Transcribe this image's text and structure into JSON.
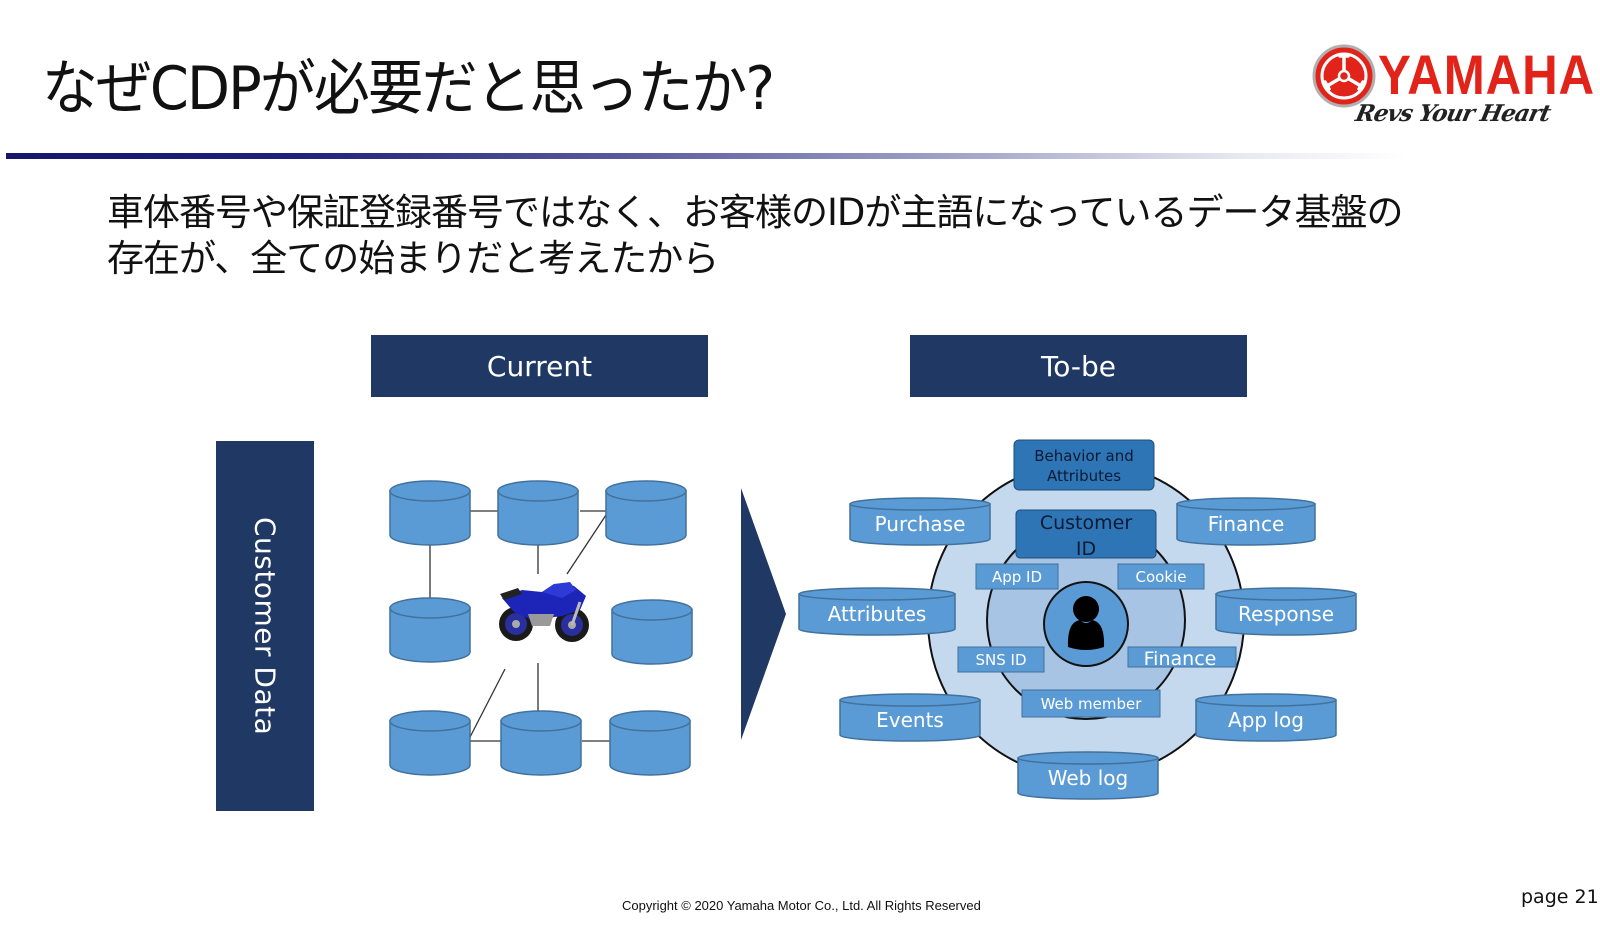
{
  "slide": {
    "title": "なぜCDPが必要だと思ったか?",
    "subtitle_lines": [
      "車体番号や保証登録番号ではなく、お客様のIDが主語になっているデータ基盤の",
      "存在が、全ての始まりだと考えたから"
    ],
    "logo": {
      "wordmark": "YAMAHA",
      "tagline": "Revs Your Heart",
      "brand_color": "#e2231a"
    },
    "footer": "Copyright © 2020 Yamaha Motor Co., Ltd. All Rights Reserved",
    "page_number": "page 21"
  },
  "diagram": {
    "colors": {
      "navy": "#203864",
      "cylinder": "#5b9bd5",
      "cylinder_stroke": "#41719c",
      "outer_circle": "#c5d9ee",
      "inner_circle": "#a7c4e4",
      "core_circle": "#5b9bd5",
      "id_box": "#2e75b6"
    },
    "side_label": "Customer Data",
    "current": {
      "header": "Current",
      "center_image": "motorcycle",
      "database_count": 8
    },
    "to_be": {
      "header": "To-be",
      "top_box": "Behavior and Attributes",
      "top_box_lines": [
        "Behavior and",
        "Attributes"
      ],
      "center_box_lines": [
        "Customer",
        "ID"
      ],
      "center_icon": "person-icon",
      "id_sources": [
        "App ID",
        "Cookie",
        "SNS ID",
        "Finance",
        "Web member"
      ],
      "data_sources": [
        "Purchase",
        "Finance",
        "Attributes",
        "Response",
        "Events",
        "App log",
        "Web log"
      ]
    }
  }
}
